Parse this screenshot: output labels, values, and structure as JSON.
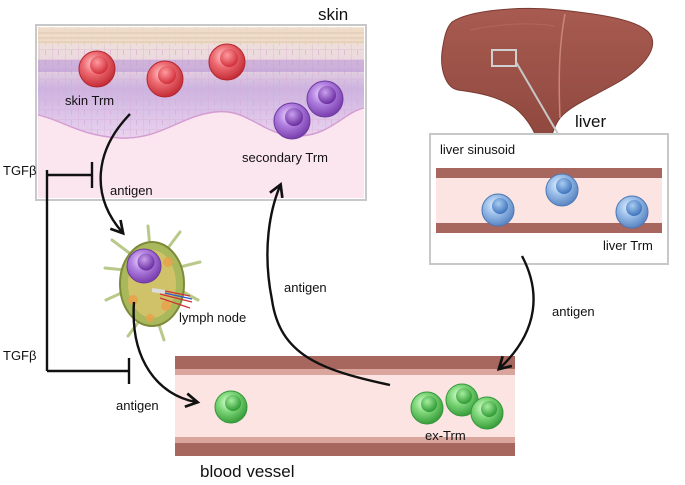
{
  "labels": {
    "skin": "skin",
    "skin_trm": "skin Trm",
    "secondary_trm": "secondary Trm",
    "antigen_skin_to_node": "antigen",
    "antigen_vessel_to_skin": "antigen",
    "antigen_liver_to_vessel": "antigen",
    "antigen_node_to_vessel": "antigen",
    "tgf_upper": "TGFβ",
    "tgf_lower": "TGFβ",
    "lymph_node": "lymph node",
    "liver": "liver",
    "liver_sinusoid": "liver sinusoid",
    "liver_trm": "liver Trm",
    "ex_trm": "ex-Trm",
    "blood_vessel": "blood vessel"
  },
  "colors": {
    "skin_trm_cell": "#e0474f",
    "secondary_trm_cell": "#9a5cc8",
    "liver_trm_cell": "#6f9fd8",
    "ex_trm_cell": "#4fbf4f",
    "vessel_wall": "#a8675e",
    "vessel_lumen": "#fbe4e1",
    "liver_fill": "#9a4f45",
    "box_border": "#bdbdbd",
    "arrow": "#111111"
  }
}
